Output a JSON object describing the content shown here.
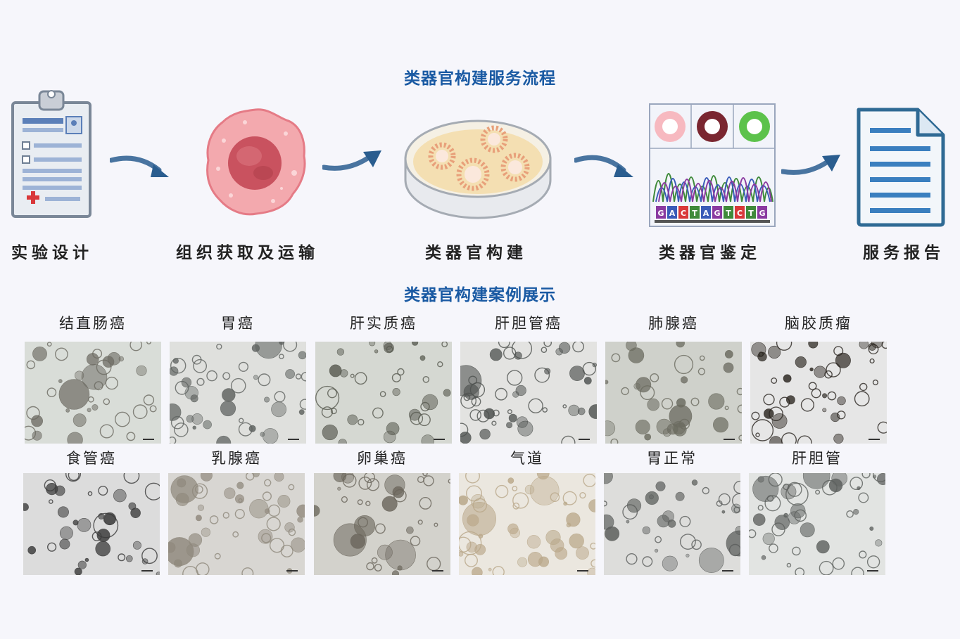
{
  "process": {
    "title": "类器官构建服务流程",
    "steps": [
      {
        "label": "实验设计",
        "icon": "clipboard-icon"
      },
      {
        "label": "组织获取及运输",
        "icon": "tissue-cell-icon"
      },
      {
        "label": "类器官构建",
        "icon": "petri-dish-icon"
      },
      {
        "label": "类器官鉴定",
        "icon": "sequencing-panel-icon",
        "bases": [
          "G",
          "A",
          "C",
          "T",
          "A",
          "G",
          "T",
          "C",
          "T",
          "G"
        ]
      },
      {
        "label": "服务报告",
        "icon": "report-document-icon"
      }
    ]
  },
  "gallery": {
    "title": "类器官构建案例展示",
    "items": [
      {
        "label": "结直肠癌"
      },
      {
        "label": "胃癌"
      },
      {
        "label": "肝实质癌"
      },
      {
        "label": "肝胆管癌"
      },
      {
        "label": "肺腺癌"
      },
      {
        "label": "脑胶质瘤"
      },
      {
        "label": "食管癌"
      },
      {
        "label": "乳腺癌"
      },
      {
        "label": "卵巢癌"
      },
      {
        "label": "气道"
      },
      {
        "label": "胃正常"
      },
      {
        "label": "肝胆管"
      }
    ]
  },
  "colors": {
    "title_blue": "#1a5aa3",
    "arrow_blue": "#2a5d8f",
    "document_blue": "#3a7fbf"
  }
}
